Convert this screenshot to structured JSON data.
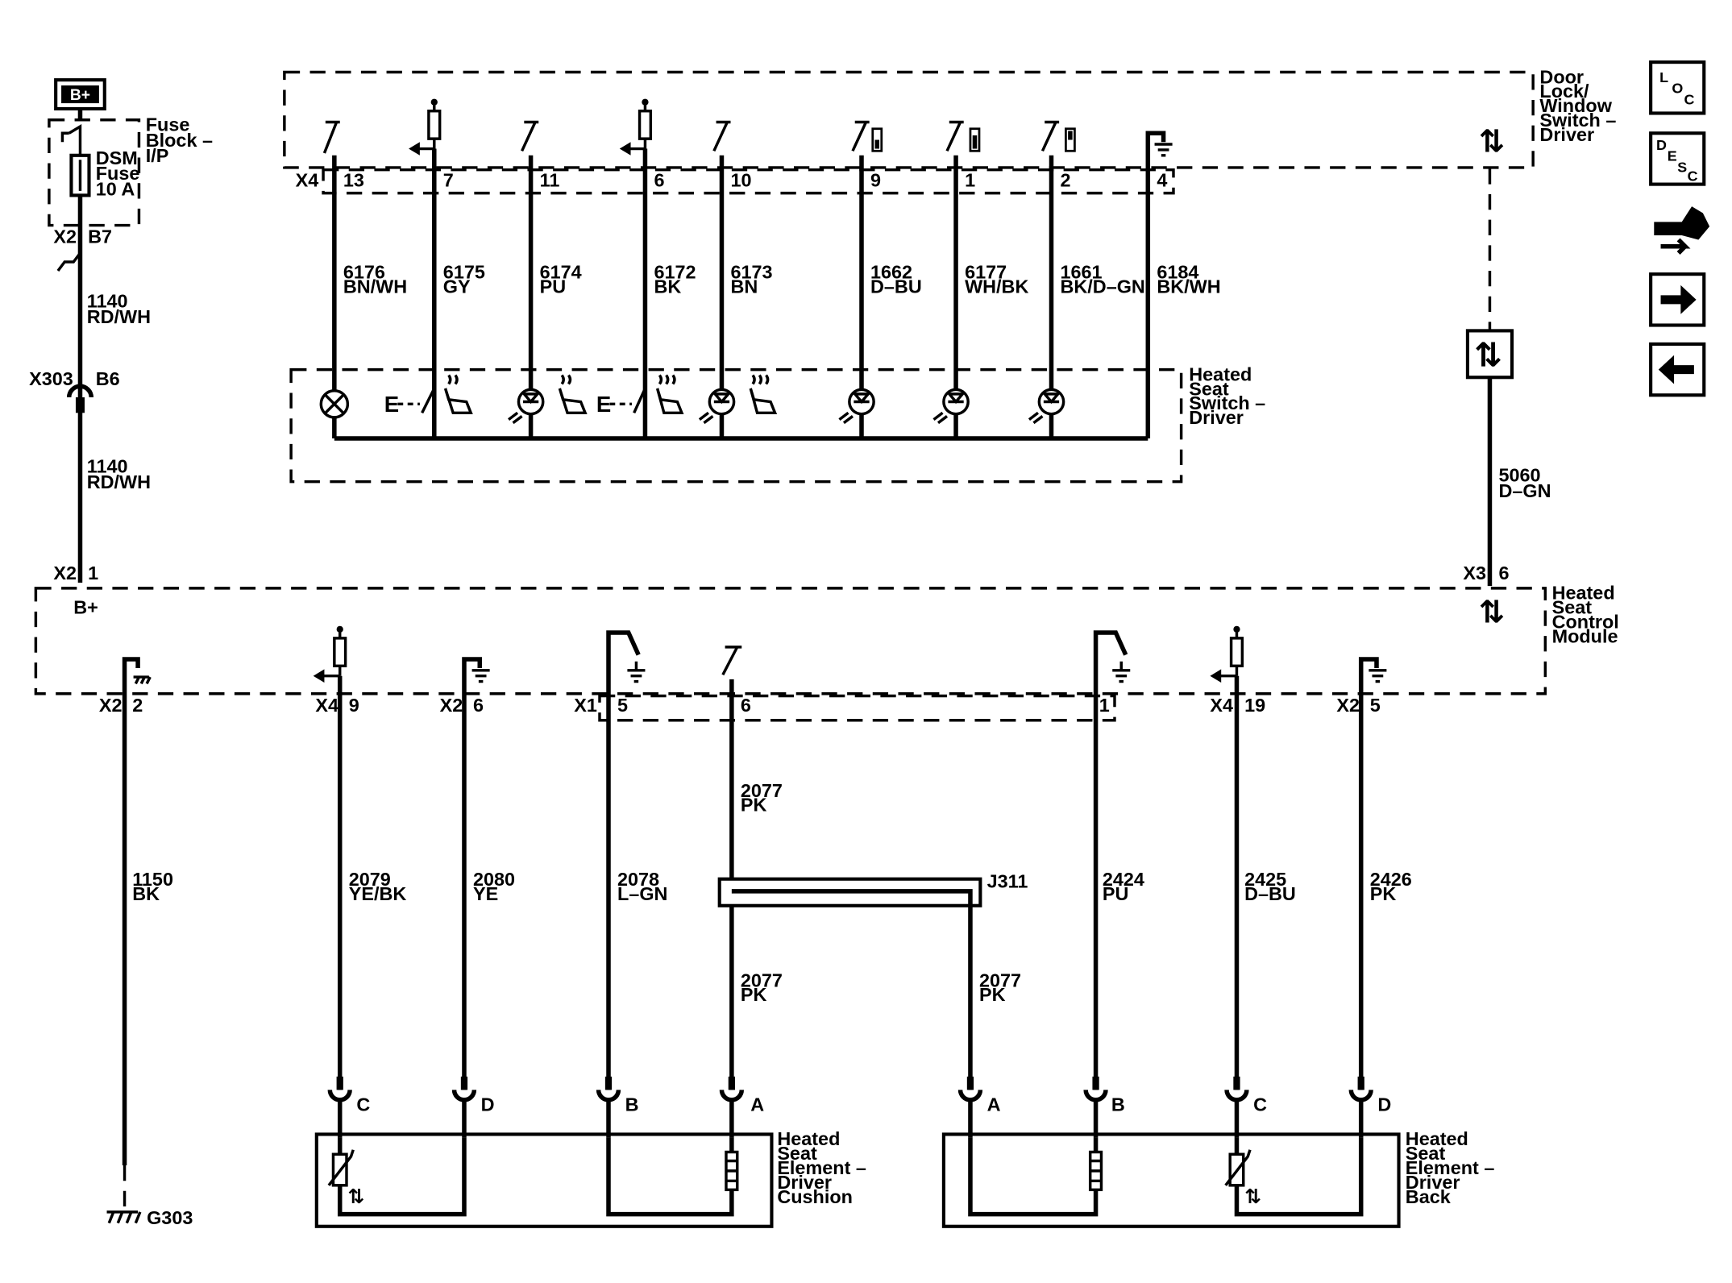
{
  "power": {
    "label": "B+"
  },
  "fuse_block": {
    "title": [
      "Fuse",
      "Block –",
      "I/P"
    ],
    "fuse": [
      "DSM",
      "Fuse",
      "10 A"
    ],
    "conn": "X2",
    "pin": "B7"
  },
  "feed": {
    "upper": {
      "circuit": "1140",
      "color": "RD/WH"
    },
    "inline": {
      "conn": "X303",
      "pin": "B6"
    },
    "lower": {
      "circuit": "1140",
      "color": "RD/WH"
    }
  },
  "switch_module": {
    "title": [
      "Door",
      "Lock/",
      "Window",
      "Switch –",
      "Driver"
    ],
    "conn": "X4",
    "pins": [
      "13",
      "7",
      "11",
      "6",
      "10",
      "9",
      "1",
      "2",
      "4"
    ],
    "circuits": [
      {
        "num": "6176",
        "color": "BN/WH"
      },
      {
        "num": "6175",
        "color": "GY"
      },
      {
        "num": "6174",
        "color": "PU"
      },
      {
        "num": "6172",
        "color": "BK"
      },
      {
        "num": "6173",
        "color": "BN"
      },
      {
        "num": "1662",
        "color": "D–BU"
      },
      {
        "num": "6177",
        "color": "WH/BK"
      },
      {
        "num": "1661",
        "color": "BK/D–GN"
      },
      {
        "num": "6184",
        "color": "BK/WH"
      }
    ]
  },
  "heated_switch": {
    "title": [
      "Heated",
      "Seat",
      "Switch –",
      "Driver"
    ]
  },
  "serial": {
    "circuit": "5060",
    "color": "D–GN",
    "conn": "X3",
    "pin": "6"
  },
  "control_module": {
    "title": [
      "Heated",
      "Seat",
      "Control",
      "Module"
    ],
    "bplus": "B+",
    "in_conn": "X2",
    "in_pin": "1",
    "pins": [
      {
        "conn": "X2",
        "pin": "2"
      },
      {
        "conn": "X4",
        "pin": "9"
      },
      {
        "conn": "X2",
        "pin": "6"
      },
      {
        "conn": "X1",
        "pin": "5"
      },
      {
        "conn": "",
        "pin": "6"
      },
      {
        "conn": "",
        "pin": "1"
      },
      {
        "conn": "X4",
        "pin": "19"
      },
      {
        "conn": "X2",
        "pin": "5"
      }
    ]
  },
  "lower_circuits": [
    {
      "num": "1150",
      "color": "BK"
    },
    {
      "num": "2079",
      "color": "YE/BK"
    },
    {
      "num": "2080",
      "color": "YE"
    },
    {
      "num": "2078",
      "color": "L–GN"
    },
    {
      "num": "2077",
      "color": "PK"
    },
    {
      "num": "2424",
      "color": "PU"
    },
    {
      "num": "2425",
      "color": "D–BU"
    },
    {
      "num": "2426",
      "color": "PK"
    }
  ],
  "splice": {
    "id": "J311",
    "branch_a": {
      "num": "2077",
      "color": "PK"
    },
    "branch_b": {
      "num": "2077",
      "color": "PK"
    }
  },
  "ground": {
    "id": "G303"
  },
  "cushion": {
    "title": [
      "Heated",
      "Seat",
      "Element –",
      "Driver",
      "Cushion"
    ],
    "terms": [
      "C",
      "D",
      "B",
      "A"
    ]
  },
  "back": {
    "title": [
      "Heated",
      "Seat",
      "Element –",
      "Driver",
      "Back"
    ],
    "terms": [
      "A",
      "B",
      "C",
      "D"
    ]
  },
  "nav": {
    "loc": [
      "L",
      "O",
      "C"
    ],
    "desc": [
      "D",
      "E",
      "S",
      "C"
    ],
    "connector_icon": "connector-icon",
    "next_icon": "arrow-right-icon",
    "prev_icon": "arrow-left-icon"
  }
}
